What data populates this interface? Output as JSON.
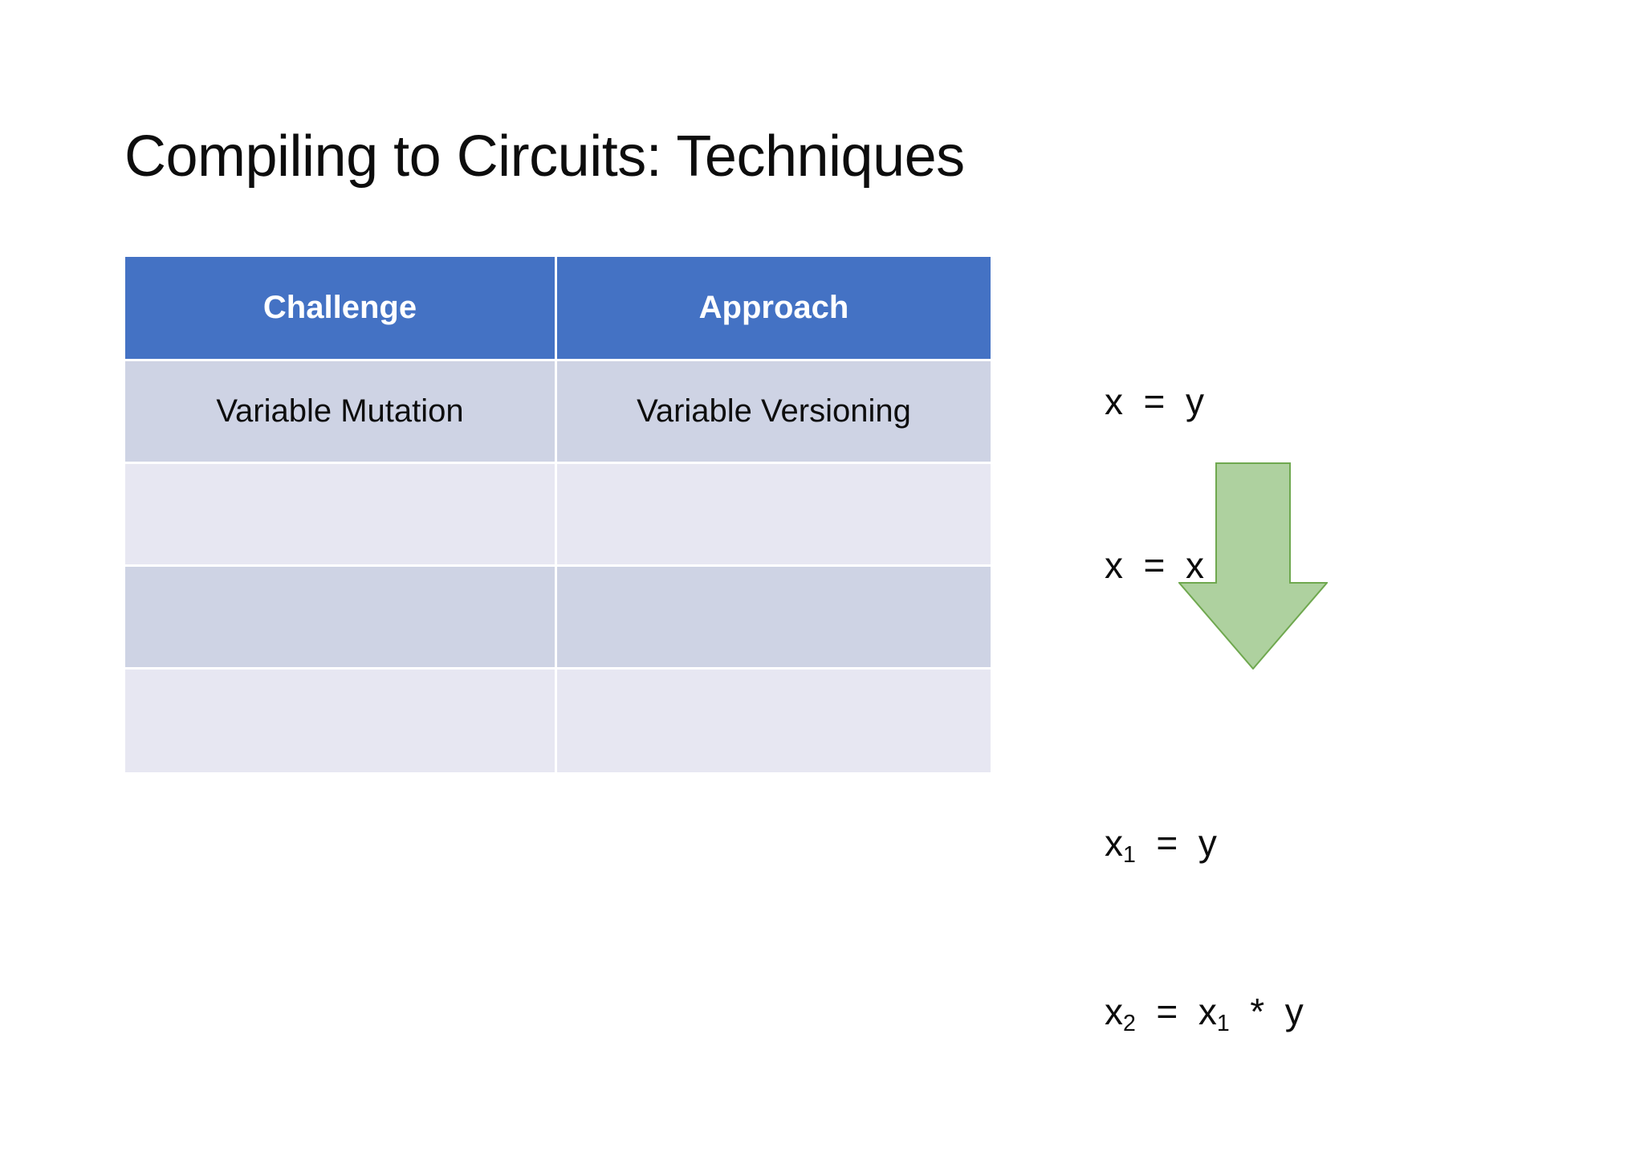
{
  "slide": {
    "title": "Compiling to Circuits: Techniques",
    "background_color": "#ffffff"
  },
  "table": {
    "header_color": "#4472c4",
    "header_text_color": "#ffffff",
    "band_dark_color": "#ced3e4",
    "band_light_color": "#e7e7f2",
    "columns": [
      "Challenge",
      "Approach"
    ],
    "rows": [
      {
        "band": "dark",
        "challenge": "Variable Mutation",
        "approach": "Variable Versioning"
      },
      {
        "band": "light",
        "challenge": "",
        "approach": ""
      },
      {
        "band": "dark",
        "challenge": "",
        "approach": ""
      },
      {
        "band": "light",
        "challenge": "",
        "approach": ""
      }
    ]
  },
  "example": {
    "before": {
      "line1": {
        "var": "x",
        "sub": "",
        "eq": "=",
        "rhs": "y"
      },
      "line2_text": "x  =  x  *  y",
      "lines": [
        "x  =  y",
        "x  =  x  *  y"
      ]
    },
    "after": {
      "line1": {
        "lhs_var": "x",
        "lhs_sub": "1",
        "eq": "=",
        "rhs": "y"
      },
      "line2": {
        "lhs_var": "x",
        "lhs_sub": "2",
        "eq": "=",
        "op1_var": "x",
        "op1_sub": "1",
        "op": "*",
        "op2": "y"
      }
    }
  },
  "arrow": {
    "name": "down-arrow-icon",
    "fill_color": "#aed19f",
    "stroke_color": "#70ad47",
    "direction": "down"
  }
}
